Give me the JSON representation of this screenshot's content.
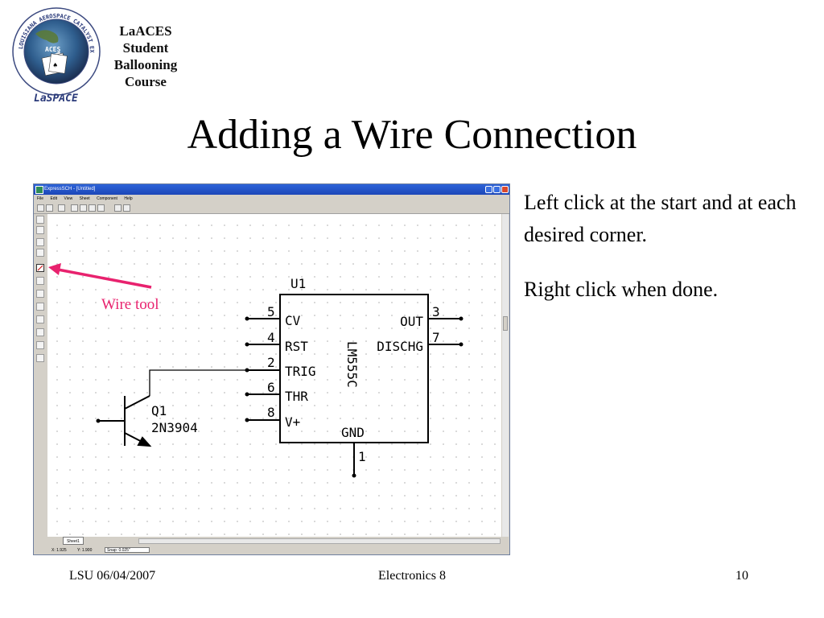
{
  "header": {
    "logo_ring_text": "LOUISIANA AEROSPACE CATALYST EXPERIENCES for STUDENTS",
    "logo_badge": "ACES",
    "logo_wordmark": "LaSPACE",
    "course_name_lines": [
      "LaACES",
      "Student",
      "Ballooning",
      "Course"
    ]
  },
  "slide": {
    "title": "Adding a Wire Connection",
    "bullets": [
      "Left click at the start and at each desired corner.",
      "Right click when done."
    ],
    "annotation": "Wire tool"
  },
  "footer": {
    "left": "LSU 06/04/2007",
    "center": "Electronics 8",
    "right": "10"
  },
  "app": {
    "window_title": "ExpressSCH - [Untitled]",
    "menu": [
      "File",
      "Edit",
      "View",
      "Sheet",
      "Component",
      "Help"
    ],
    "sheet_tab": "Sheet1",
    "status": {
      "x": "X: 1.925",
      "y": "Y: 1.900",
      "snap": "Snap: 0.025\""
    }
  },
  "schematic": {
    "ic": {
      "ref": "U1",
      "part": "LM555C",
      "left_pins": [
        {
          "num": "5",
          "name": "CV"
        },
        {
          "num": "4",
          "name": "RST"
        },
        {
          "num": "2",
          "name": "TRIG"
        },
        {
          "num": "6",
          "name": "THR"
        },
        {
          "num": "8",
          "name": "V+"
        }
      ],
      "right_pins": [
        {
          "num": "3",
          "name": "OUT"
        },
        {
          "num": "7",
          "name": "DISCHG"
        }
      ],
      "bottom_pin": {
        "num": "1",
        "name": "GND"
      }
    },
    "transistor": {
      "ref": "Q1",
      "part": "2N3904"
    }
  },
  "colors": {
    "annotation": "#e8226e",
    "titlebar": "#2d63d8",
    "wire": "#000000"
  }
}
